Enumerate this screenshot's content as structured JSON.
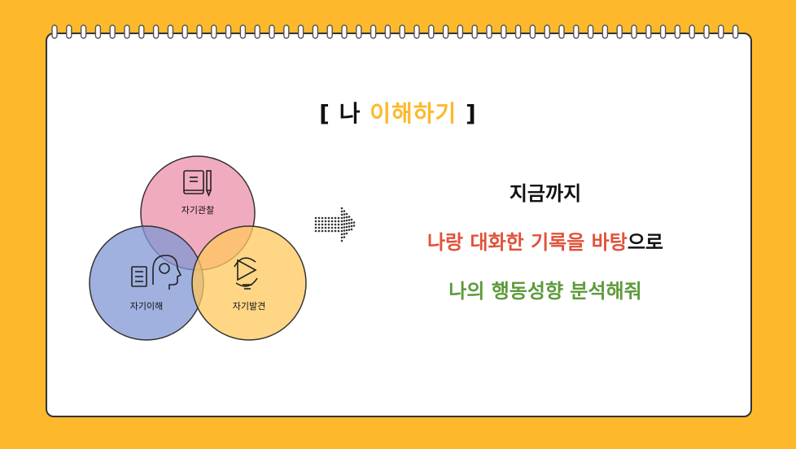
{
  "title": {
    "prefix": "[ 나 ",
    "accent": "이해하기",
    "suffix": " ]"
  },
  "venn": {
    "top": {
      "label": "자기관찰",
      "icon": "book-pencil-icon",
      "color": "#EC8FA9"
    },
    "left": {
      "label": "자기이해",
      "icon": "head-gear-icon",
      "color": "#8097D4"
    },
    "right": {
      "label": "자기발견",
      "icon": "lightbulb-icon",
      "color": "#FFC85C"
    }
  },
  "arrow": {
    "icon": "dotted-arrow-right-icon"
  },
  "text": {
    "line1": "지금까지",
    "line2_red": "나랑 대화한 기록을 바탕",
    "line2_black": "으로",
    "line3": "나의 행동성향 분석해줘"
  },
  "colors": {
    "background": "#FDB92B",
    "red_text": "#E0523A",
    "green_text": "#5E9A3C",
    "accent": "#FDB92B"
  }
}
